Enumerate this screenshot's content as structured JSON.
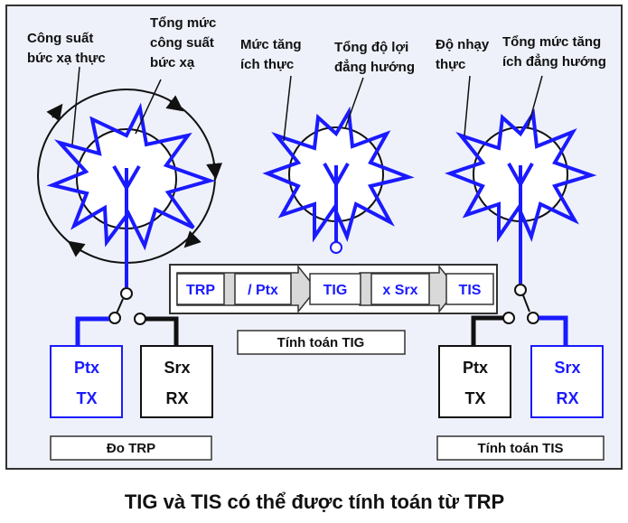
{
  "colors": {
    "accent": "#1a1aff",
    "panel": "#eef1f9",
    "dark": "#111111",
    "flow_fill": "#d9d9d9"
  },
  "left": {
    "radiated_power_label": [
      "Công suất",
      "bức xạ thực"
    ],
    "total_radiated_label": [
      "Tổng mức",
      "công suất",
      "bức xạ"
    ],
    "tx_box": {
      "line1": "Ptx",
      "line2": "TX"
    },
    "rx_box": {
      "line1": "Srx",
      "line2": "RX"
    },
    "footer": "Đo TRP"
  },
  "middle": {
    "gain_label": [
      "Mức tăng",
      "ích thực"
    ],
    "isotropic_gain_label": [
      "Tổng độ lợi",
      "đẳng hướng"
    ],
    "flow": [
      "TRP",
      "/ Ptx",
      "TIG",
      "x Srx",
      "TIS"
    ],
    "footer": "Tính toán TIG"
  },
  "right": {
    "sensitivity_label": [
      "Độ nhạy",
      "thực"
    ],
    "total_gain_label": [
      "Tổng mức tăng",
      "ích đẳng hướng"
    ],
    "tx_box": {
      "line1": "Ptx",
      "line2": "TX"
    },
    "rx_box": {
      "line1": "Srx",
      "line2": "RX"
    },
    "footer": "Tính toán TIS"
  },
  "caption": "TIG và TIS có thể được tính toán từ TRP",
  "icons": [
    "antenna-icon",
    "starburst-pattern-icon",
    "arrow-circle-icon",
    "switch-icon"
  ]
}
